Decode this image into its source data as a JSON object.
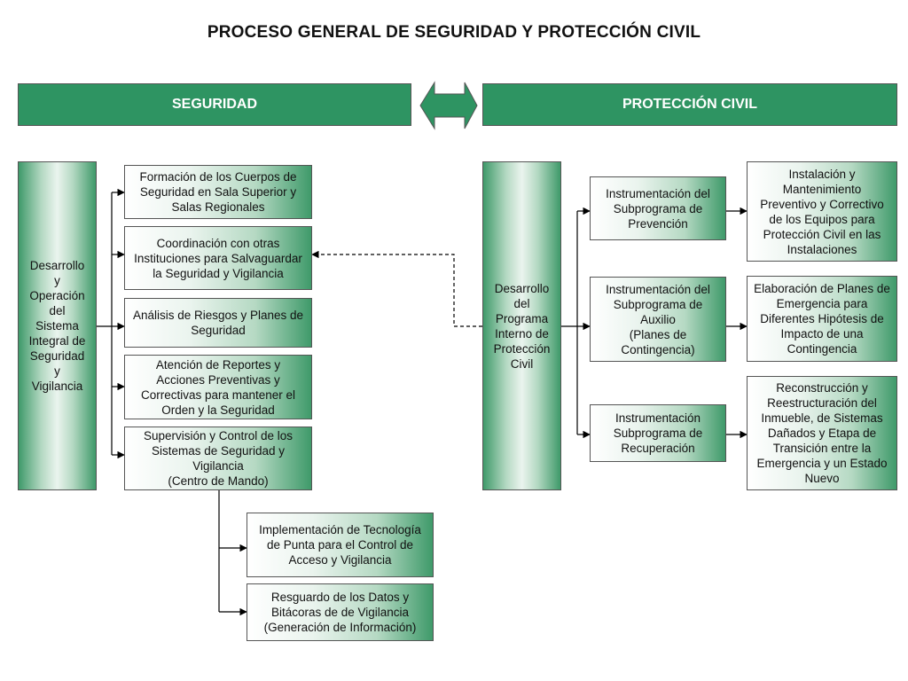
{
  "title": "PROCESO GENERAL DE SEGURIDAD Y PROTECCIÓN CIVIL",
  "headers": {
    "seguridad": "SEGURIDAD",
    "proteccion": "PROTECCIÓN CIVIL"
  },
  "seguridad": {
    "main": "Desarrollo\ny\nOperación\ndel\nSistema\nIntegral de\nSeguridad\ny\nVigilancia",
    "items": [
      "Formación de los Cuerpos de Seguridad en Sala Superior y Salas Regionales",
      "Coordinación con otras Instituciones para Salvaguardar la Seguridad y Vigilancia",
      "Análisis de Riesgos y Planes de Seguridad",
      "Atención de Reportes y Acciones Preventivas y Correctivas para mantener el Orden y la Seguridad",
      "Supervisión y Control de los Sistemas de Seguridad y Vigilancia\n(Centro de Mando)"
    ],
    "sub_items": [
      "Implementación de Tecnología de Punta para el Control de Acceso y Vigilancia",
      "Resguardo de los Datos y Bitácoras de de Vigilancia\n(Generación de Información)"
    ]
  },
  "proteccion": {
    "main": "Desarrollo\ndel\nPrograma\nInterno de\nProtección\nCivil",
    "subprogramas": [
      "Instrumentación del Subprograma de Prevención",
      "Instrumentación del Subprograma de Auxilio\n(Planes de Contingencia)",
      "Instrumentación Subprograma de Recuperación"
    ],
    "outcomes": [
      "Instalación y Mantenimiento Preventivo y Correctivo de los Equipos para Protección Civil en las Instalaciones",
      "Elaboración de Planes de Emergencia para Diferentes Hipótesis de Impacto de una Contingencia",
      "Reconstrucción y Reestructuración del Inmueble, de Sistemas Dañados y Etapa de Transición entre la Emergencia y un Estado Nuevo"
    ]
  },
  "colors": {
    "header": "#2e9462",
    "accent": "#3f9a6a"
  }
}
